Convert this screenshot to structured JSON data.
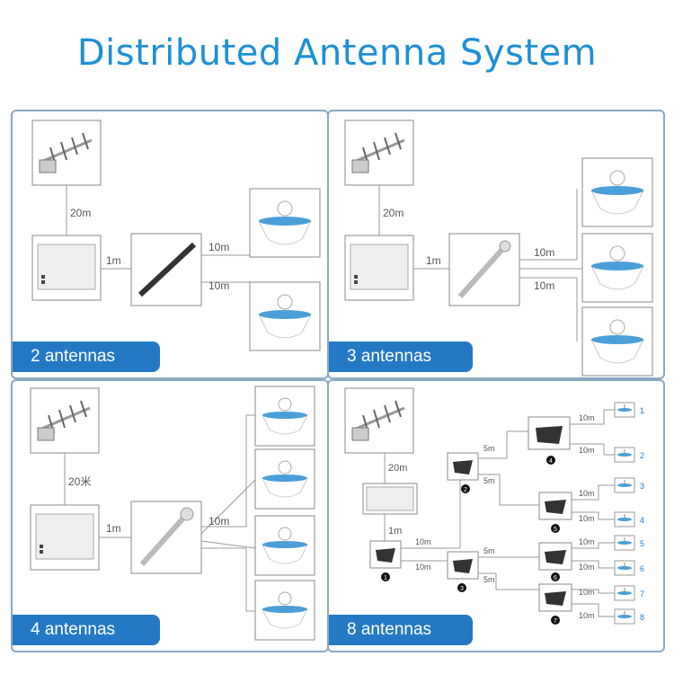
{
  "title": "Distributed Antenna System",
  "panels": [
    {
      "badge": "2 antennas",
      "cable_outdoor": "20m",
      "cable_feed": "1m",
      "cable_branch": "10m"
    },
    {
      "badge": "3 antennas",
      "cable_outdoor": "20m",
      "cable_feed": "1m",
      "cable_branch": "10m"
    },
    {
      "badge": "4 antennas",
      "cable_outdoor": "20米",
      "cable_feed": "1m",
      "cable_branch": "10m"
    },
    {
      "badge": "8 antennas",
      "cable_outdoor": "20m",
      "cable_feed": "1m",
      "cable_trunk": "10m",
      "cable_mid": "5m",
      "cable_branch": "10m",
      "splitter_numbers": [
        "1",
        "2",
        "3",
        "4",
        "5",
        "6",
        "7"
      ],
      "antenna_numbers": [
        "1",
        "2",
        "3",
        "4",
        "5",
        "6",
        "7",
        "8"
      ]
    }
  ],
  "colors": {
    "title": "#1e8fd6",
    "badge": "#2479c4",
    "panel_border": "#8aa8c2",
    "antenna_blue": "#4a9fd8"
  }
}
